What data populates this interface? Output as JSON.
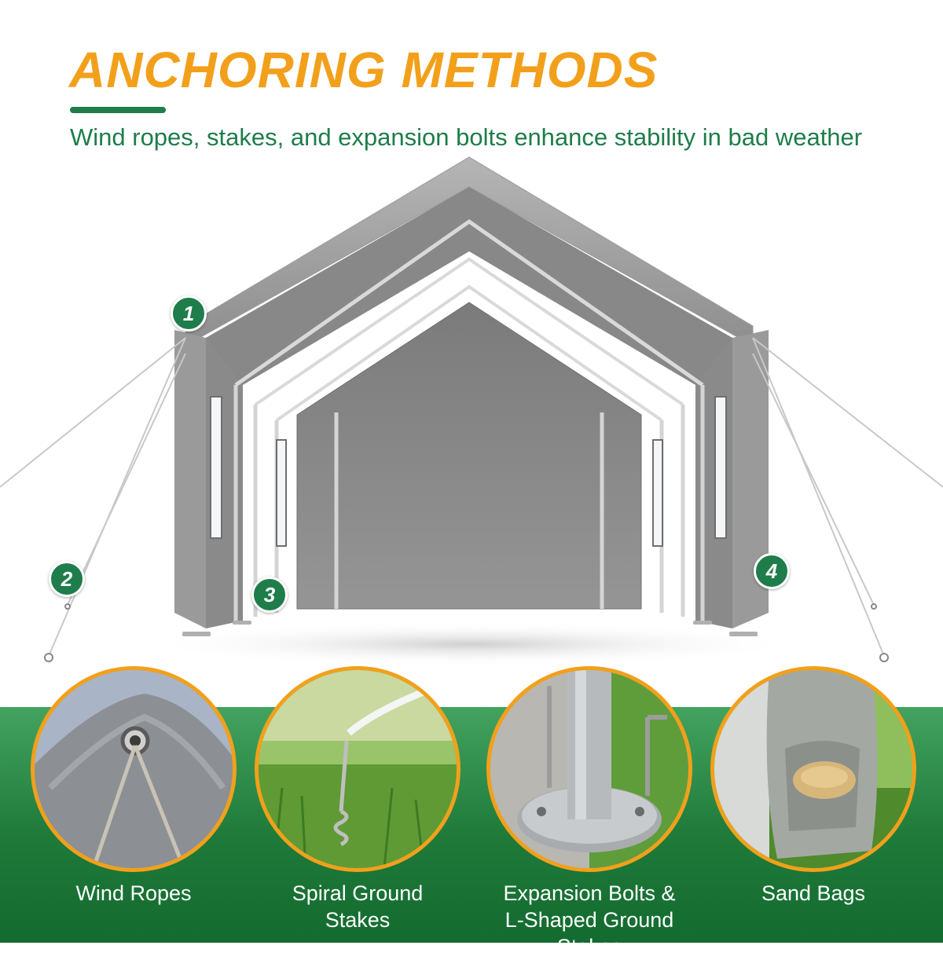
{
  "header": {
    "title": "ANCHORING METHODS",
    "subtitle": "Wind ropes, stakes, and expansion bolts enhance stability in bad weather"
  },
  "markers": [
    "1",
    "2",
    "3",
    "4"
  ],
  "features": [
    {
      "line1": "Wind Ropes",
      "line2": "",
      "icon": "wind-rope-grommet-icon"
    },
    {
      "line1": "Spiral Ground",
      "line2": "Stakes",
      "icon": "spiral-stake-icon"
    },
    {
      "line1": "Expansion Bolts &",
      "line2": "L-Shaped Ground Stakes",
      "icon": "expansion-bolt-icon"
    },
    {
      "line1": "Sand Bags",
      "line2": "",
      "icon": "sand-bag-icon"
    }
  ],
  "colors": {
    "title": "#f2a01b",
    "accent_green": "#1e7d4a",
    "circle_border": "#f2a01b",
    "tent_gray": "#8a8a8a"
  }
}
